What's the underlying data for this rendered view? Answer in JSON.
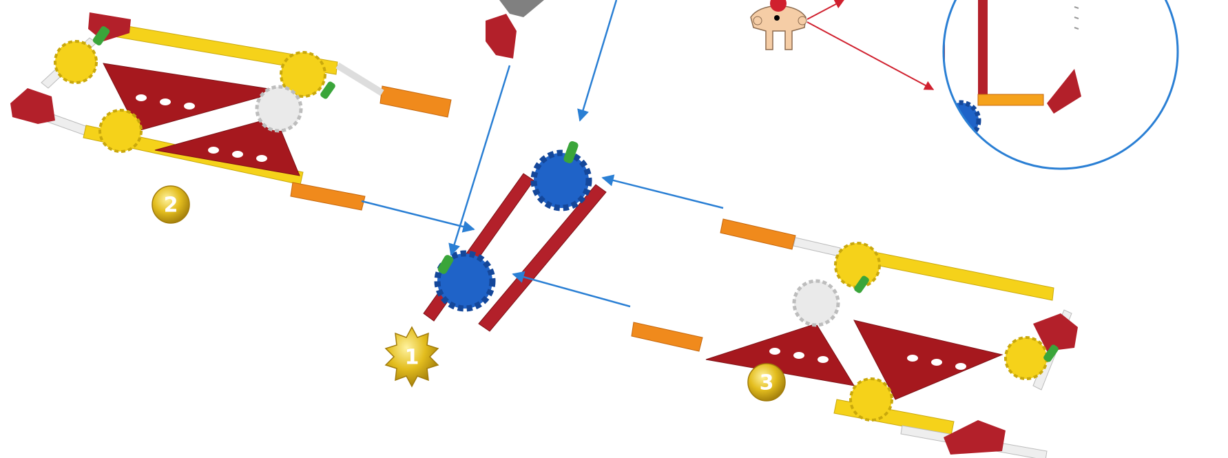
{
  "diagram": {
    "steps": [
      {
        "id": "step-1",
        "number": "1",
        "badge": "sunburst"
      },
      {
        "id": "step-2",
        "number": "2",
        "badge": "circle"
      },
      {
        "id": "step-3",
        "number": "3",
        "badge": "circle"
      }
    ],
    "connections": [
      {
        "from": "step-2-assembly",
        "to": "center-assembly"
      },
      {
        "from": "step-3-assembly",
        "to": "center-assembly"
      },
      {
        "from": "grip-detail",
        "to": "center-assembly"
      },
      {
        "from": "inset-detail",
        "to": "center-assembly"
      }
    ]
  },
  "colors": {
    "rod_red": "#b3202a",
    "connector_yellow": "#f5d21a",
    "connector_orange": "#f08a1c",
    "panel_red": "#a6181e",
    "connector_white": "#eaeaea",
    "connector_blue": "#1f63c8",
    "pin_green": "#3aa53a",
    "arrow_blue": "#2a7fd4",
    "arrow_red": "#d0202e",
    "badge_gold": "#d9b41a"
  }
}
